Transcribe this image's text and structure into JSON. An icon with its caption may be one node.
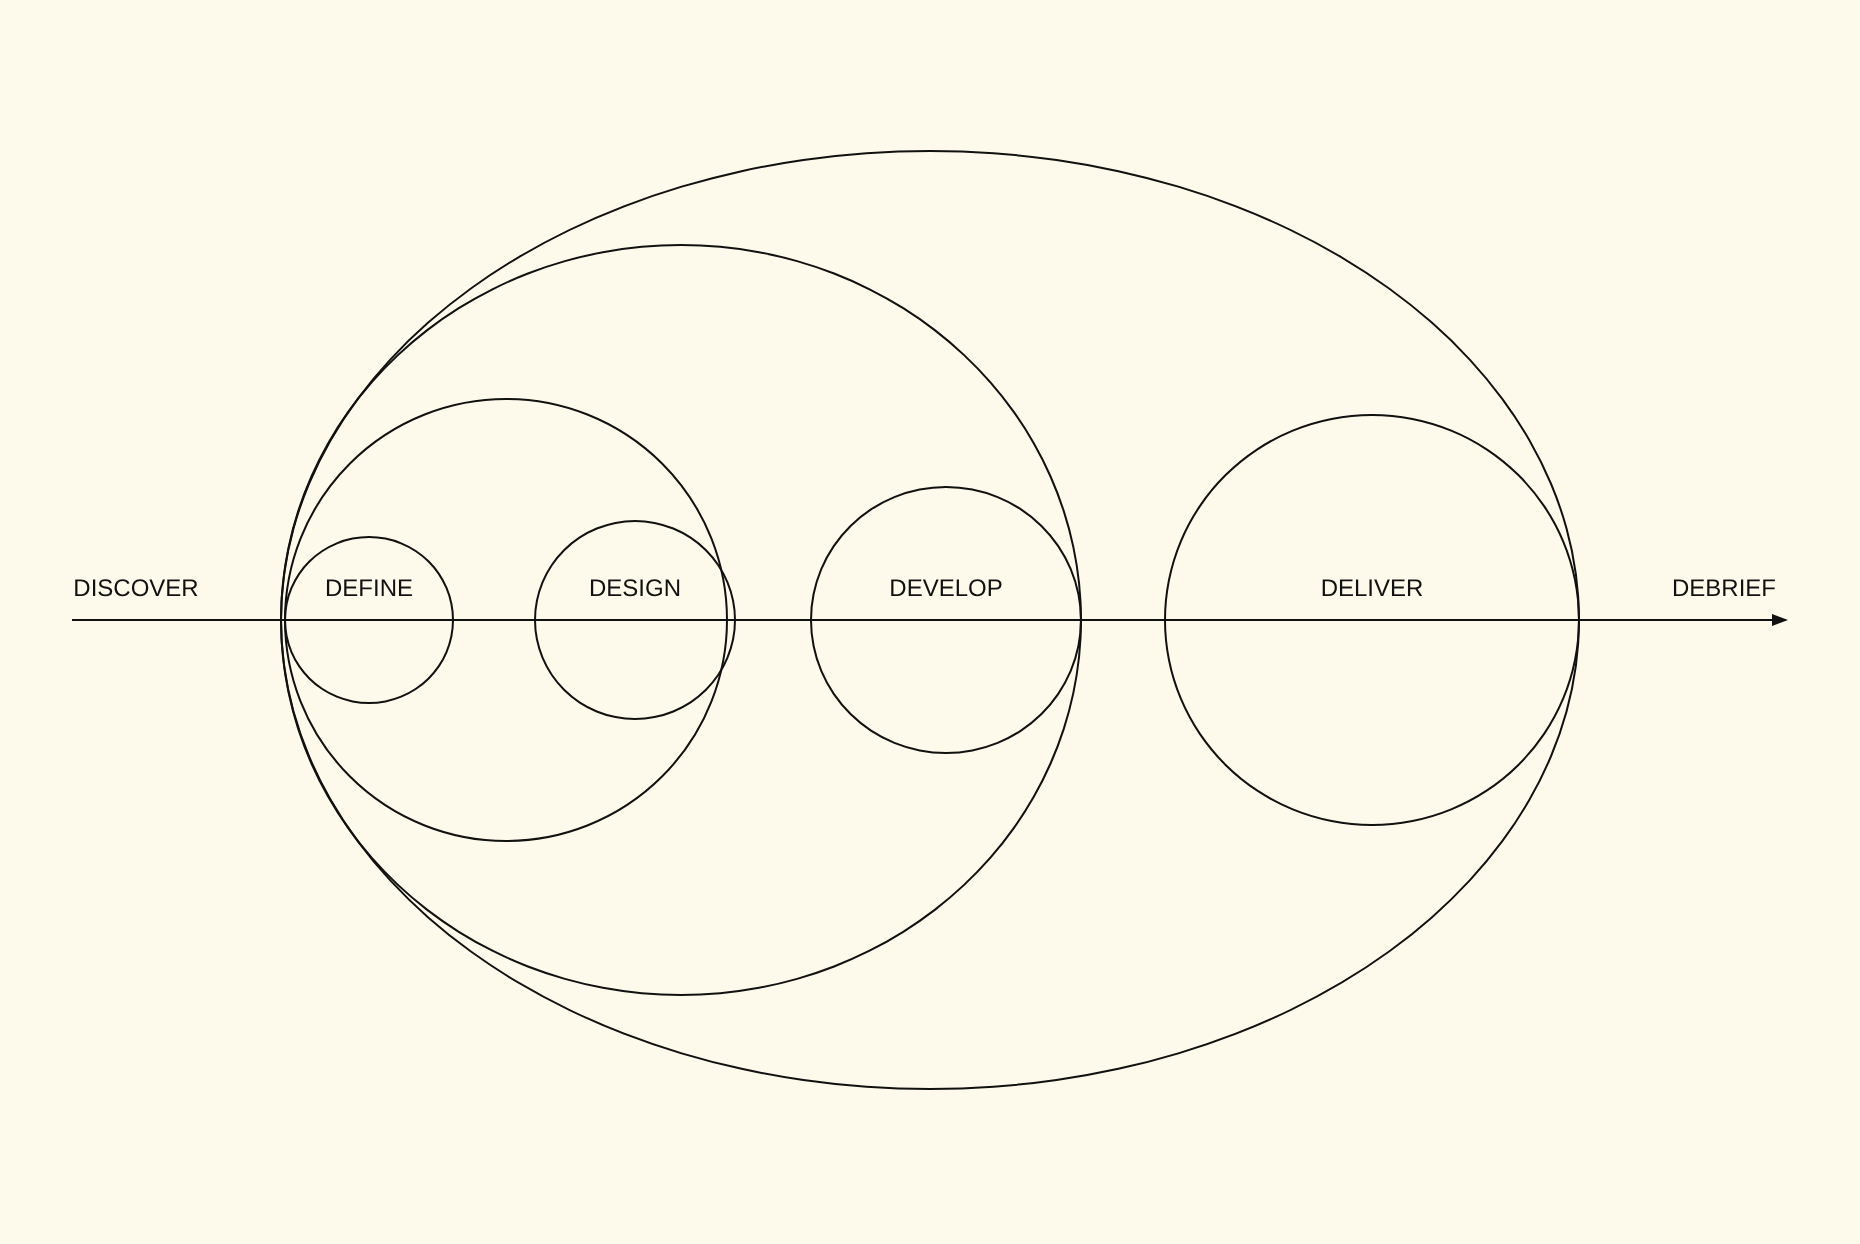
{
  "diagram": {
    "nodes": [
      {
        "text": [],
        "shape": "ellipse"
      },
      {
        "text": [],
        "shape": "ellipse",
        "in": 0
      },
      {
        "text": [],
        "shape": "circle",
        "in": 1
      },
      {
        "text": [
          "DEFINE"
        ],
        "in": 2
      },
      {
        "text": [
          "DESIGN"
        ],
        "in": 2
      },
      {
        "text": [
          "DEVELOP"
        ],
        "in": 1
      },
      {
        "text": [
          "DELIVER"
        ],
        "in": 0
      }
    ],
    "edges": [],
    "labels": [
      "DISCOVER",
      "DEBRIEF"
    ]
  }
}
